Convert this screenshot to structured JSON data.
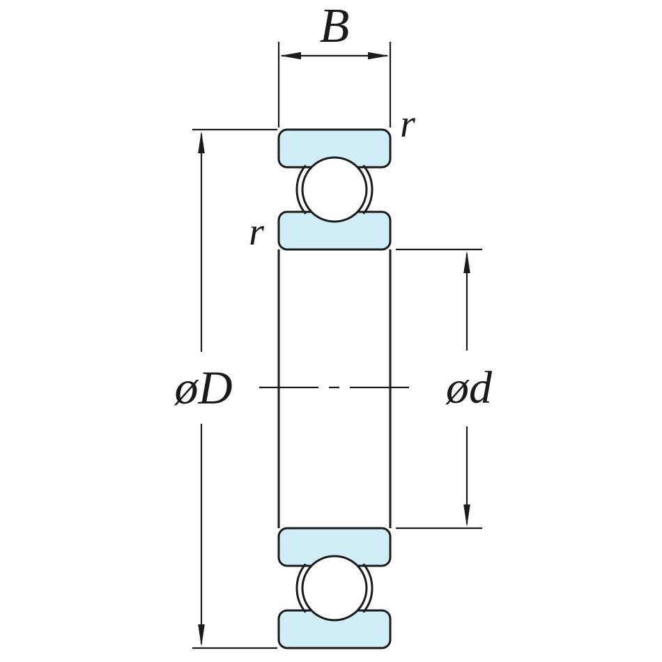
{
  "diagram": {
    "type": "bearing-cross-section",
    "labels": {
      "width": "B",
      "outer_diameter": "øD",
      "bore_diameter": "ød",
      "chamfer_radius_top": "r",
      "chamfer_radius_left": "r"
    },
    "colors": {
      "ring_fill": "#d0edf8",
      "line": "#1a1a1a",
      "ball_fill": "#ffffff",
      "background": "#ffffff"
    }
  }
}
